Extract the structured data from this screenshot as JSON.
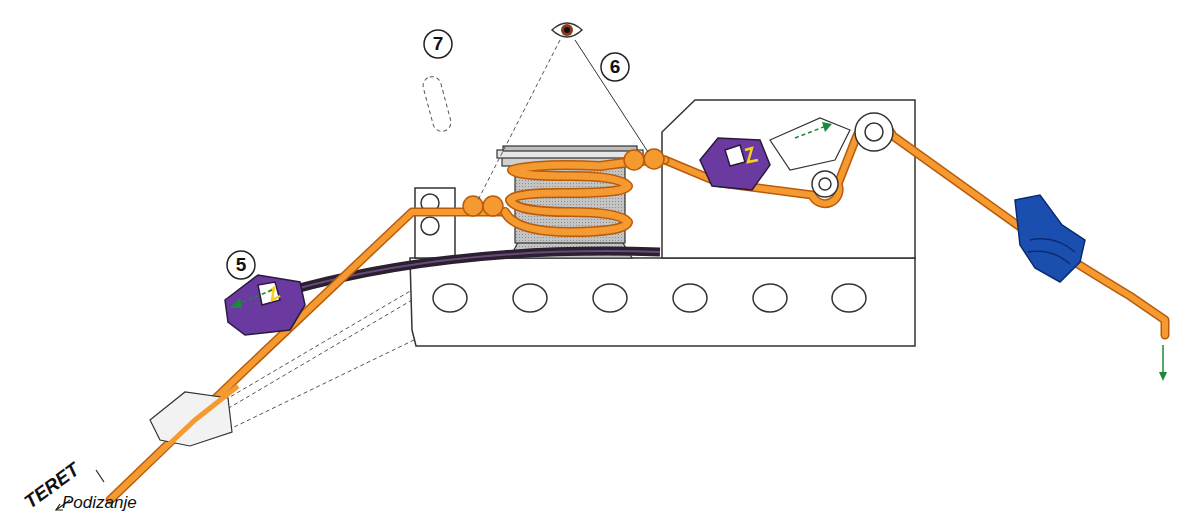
{
  "diagram": {
    "labels": [
      "7",
      "6",
      "5",
      "TERET",
      "Podizanje"
    ]
  }
}
